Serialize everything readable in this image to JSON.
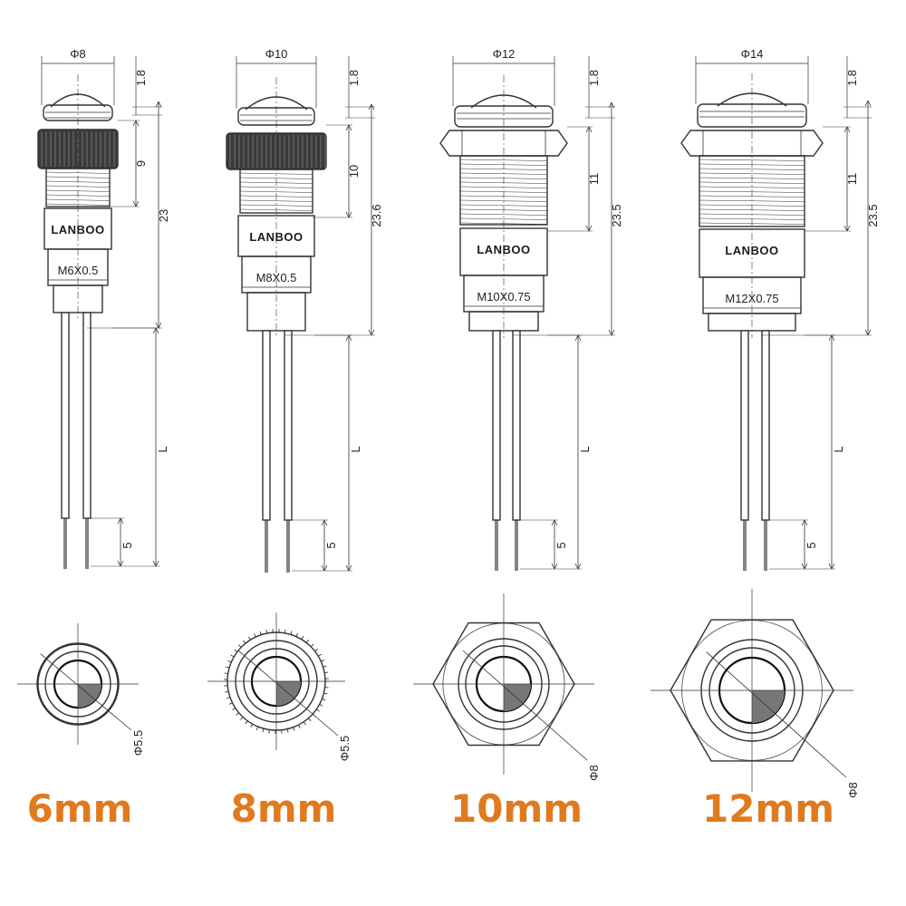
{
  "accent_color": "#e07a1f",
  "brand_text": "LANBOO",
  "models": [
    {
      "size_label": "6mm",
      "head_dia": "Φ8",
      "cap_height": "1.8",
      "thread_len": "9",
      "body_len": "23",
      "thread": "M6X0.5",
      "lead_label": "L",
      "lead_tip": "5",
      "bottom_dia": "Φ5.5",
      "nut": "knurled"
    },
    {
      "size_label": "8mm",
      "head_dia": "Φ10",
      "cap_height": "1.8",
      "thread_len": "10",
      "body_len": "23.6",
      "thread": "M8X0.5",
      "lead_label": "L",
      "lead_tip": "5",
      "bottom_dia": "Φ5.5",
      "nut": "knurled"
    },
    {
      "size_label": "10mm",
      "head_dia": "Φ12",
      "cap_height": "1.8",
      "thread_len": "11",
      "body_len": "23.5",
      "thread": "M10X0.75",
      "lead_label": "L",
      "lead_tip": "5",
      "bottom_dia": "Φ8",
      "nut": "hex"
    },
    {
      "size_label": "12mm",
      "head_dia": "Φ14",
      "cap_height": "1.8",
      "thread_len": "11",
      "body_len": "23.5",
      "thread": "M12X0.75",
      "lead_label": "L",
      "lead_tip": "5",
      "bottom_dia": "Φ8",
      "nut": "hex"
    }
  ]
}
